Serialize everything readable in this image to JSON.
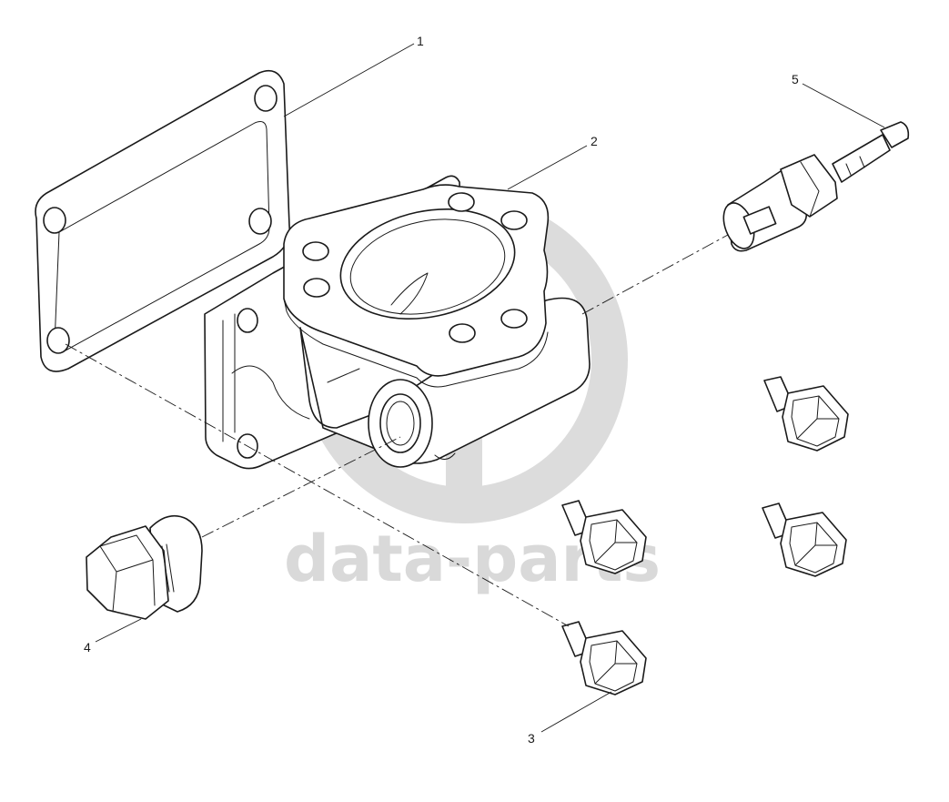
{
  "watermark": {
    "text": "data-parts",
    "color": "#d9d9d9"
  },
  "callouts": [
    {
      "id": "1",
      "label": "1"
    },
    {
      "id": "2",
      "label": "2"
    },
    {
      "id": "3",
      "label": "3"
    },
    {
      "id": "4",
      "label": "4"
    },
    {
      "id": "5",
      "label": "5"
    }
  ],
  "parts": [
    {
      "callout": "1",
      "kind": "gasket"
    },
    {
      "callout": "2",
      "kind": "thermostat-housing"
    },
    {
      "callout": "3",
      "kind": "flange-bolt",
      "quantity_shown": 4
    },
    {
      "callout": "4",
      "kind": "hex-plug"
    },
    {
      "callout": "5",
      "kind": "temperature-sensor"
    }
  ]
}
